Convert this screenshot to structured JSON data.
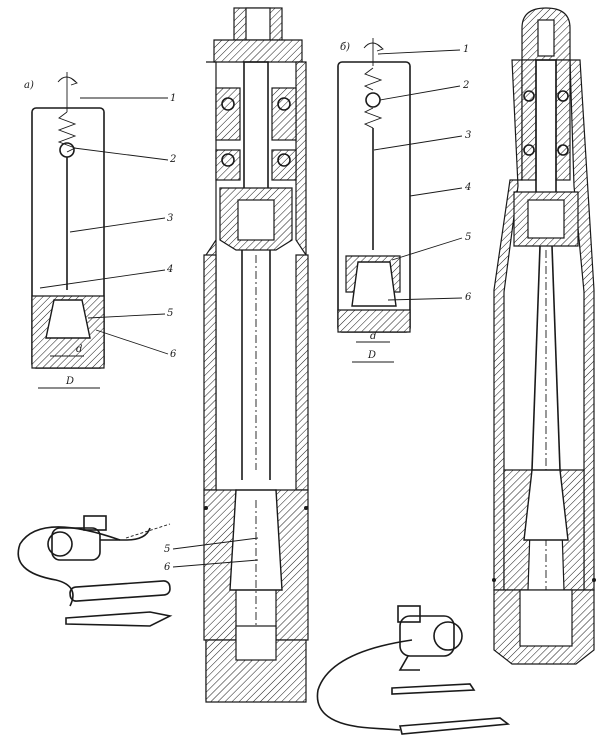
{
  "panel_a": {
    "letter": "а)",
    "callouts": [
      "1",
      "2",
      "3",
      "4",
      "5",
      "6"
    ],
    "dim_inner": "d",
    "dim_outer": "D"
  },
  "panel_b": {
    "letter": "б)",
    "callouts": [
      "1",
      "2",
      "3",
      "4",
      "5",
      "6"
    ],
    "dim_inner": "d",
    "dim_outer": "D"
  },
  "vibrator_left": {
    "callouts": [
      "5",
      "6"
    ]
  }
}
